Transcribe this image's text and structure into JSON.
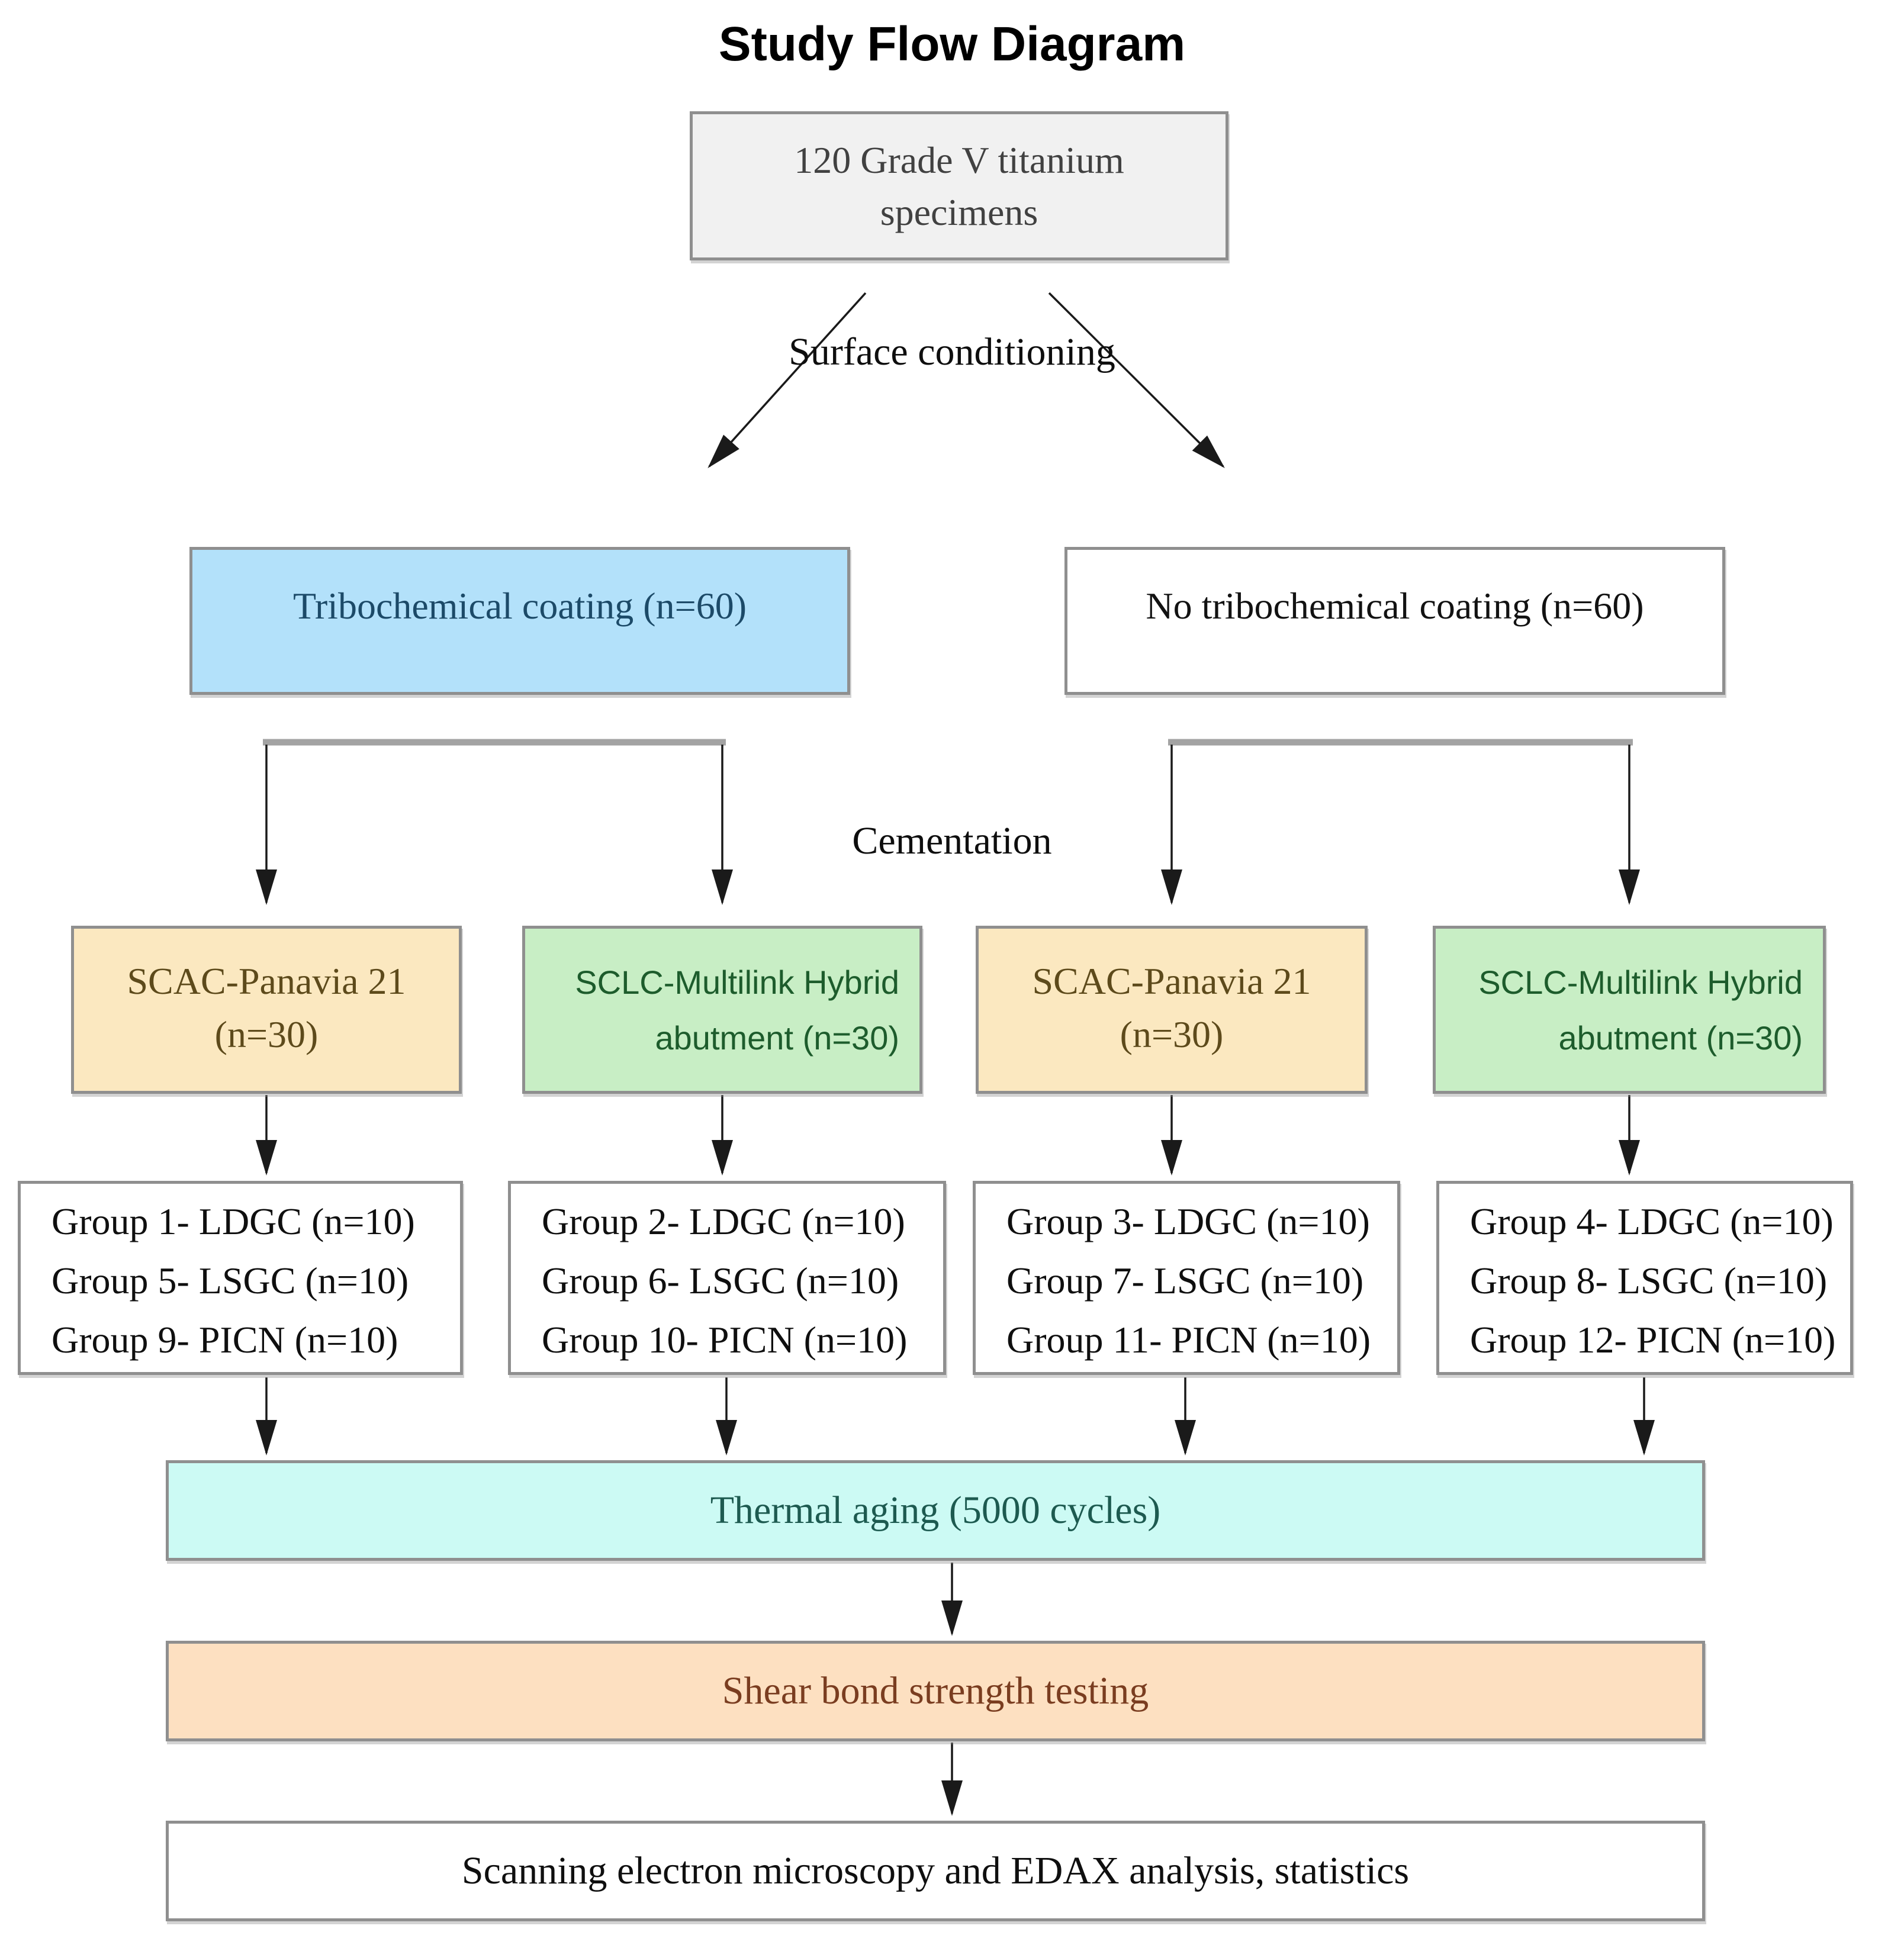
{
  "title": "Study Flow Diagram",
  "labels": {
    "surface_line1": "Surface",
    "surface_line2": "conditioning",
    "cementation": "Cementation"
  },
  "boxes": {
    "specimens": {
      "line1": "120 Grade V titanium",
      "line2": "specimens"
    },
    "tribo": {
      "label": "Tribochemical coating (n=60)"
    },
    "no_tribo": {
      "label": "No tribochemical coating (n=60)"
    },
    "scac_left": {
      "line1": "SCAC-Panavia 21",
      "line2": "(n=30)"
    },
    "sclc_left": {
      "line1": "SCLC-Multilink Hybrid",
      "line2": "abutment (n=30)"
    },
    "scac_right": {
      "line1": "SCAC-Panavia 21",
      "line2": "(n=30)"
    },
    "sclc_right": {
      "line1": "SCLC-Multilink Hybrid",
      "line2": "abutment (n=30)"
    },
    "thermal": {
      "label": "Thermal aging (5000 cycles)"
    },
    "shear": {
      "label": "Shear bond strength testing"
    },
    "sem": {
      "label": "Scanning electron microscopy and EDAX analysis, statistics"
    }
  },
  "groups": [
    {
      "lines": [
        "Group 1- LDGC (n=10)",
        "Group 5- LSGC (n=10)",
        "Group 9- PICN (n=10)"
      ]
    },
    {
      "lines": [
        "Group 2- LDGC (n=10)",
        "Group 6- LSGC (n=10)",
        "Group 10- PICN (n=10)"
      ]
    },
    {
      "lines": [
        "Group 3- LDGC (n=10)",
        "Group 7- LSGC (n=10)",
        "Group 11- PICN (n=10)"
      ]
    },
    {
      "lines": [
        "Group 4- LDGC (n=10)",
        "Group 8- LSGC (n=10)",
        "Group 12- PICN (n=10)"
      ]
    }
  ],
  "colors": {
    "tribo_fill": "#b3e1fa",
    "tribo_text": "#1c4a68",
    "specimen_fill": "#f1f1f1",
    "specimen_text": "#414141",
    "scac_fill": "#fbe8c0",
    "scac_text": "#5d4a1b",
    "sclc_fill": "#c8eec5",
    "sclc_text": "#1d5c2c",
    "thermal_fill": "#ccfaf4",
    "thermal_text": "#1d5a50",
    "shear_fill": "#fde0c1",
    "shear_text": "#7a3d20",
    "border": "#8f8f8f",
    "connector": "#1a1a1a",
    "bracket_bar": "#a3a3a3"
  }
}
